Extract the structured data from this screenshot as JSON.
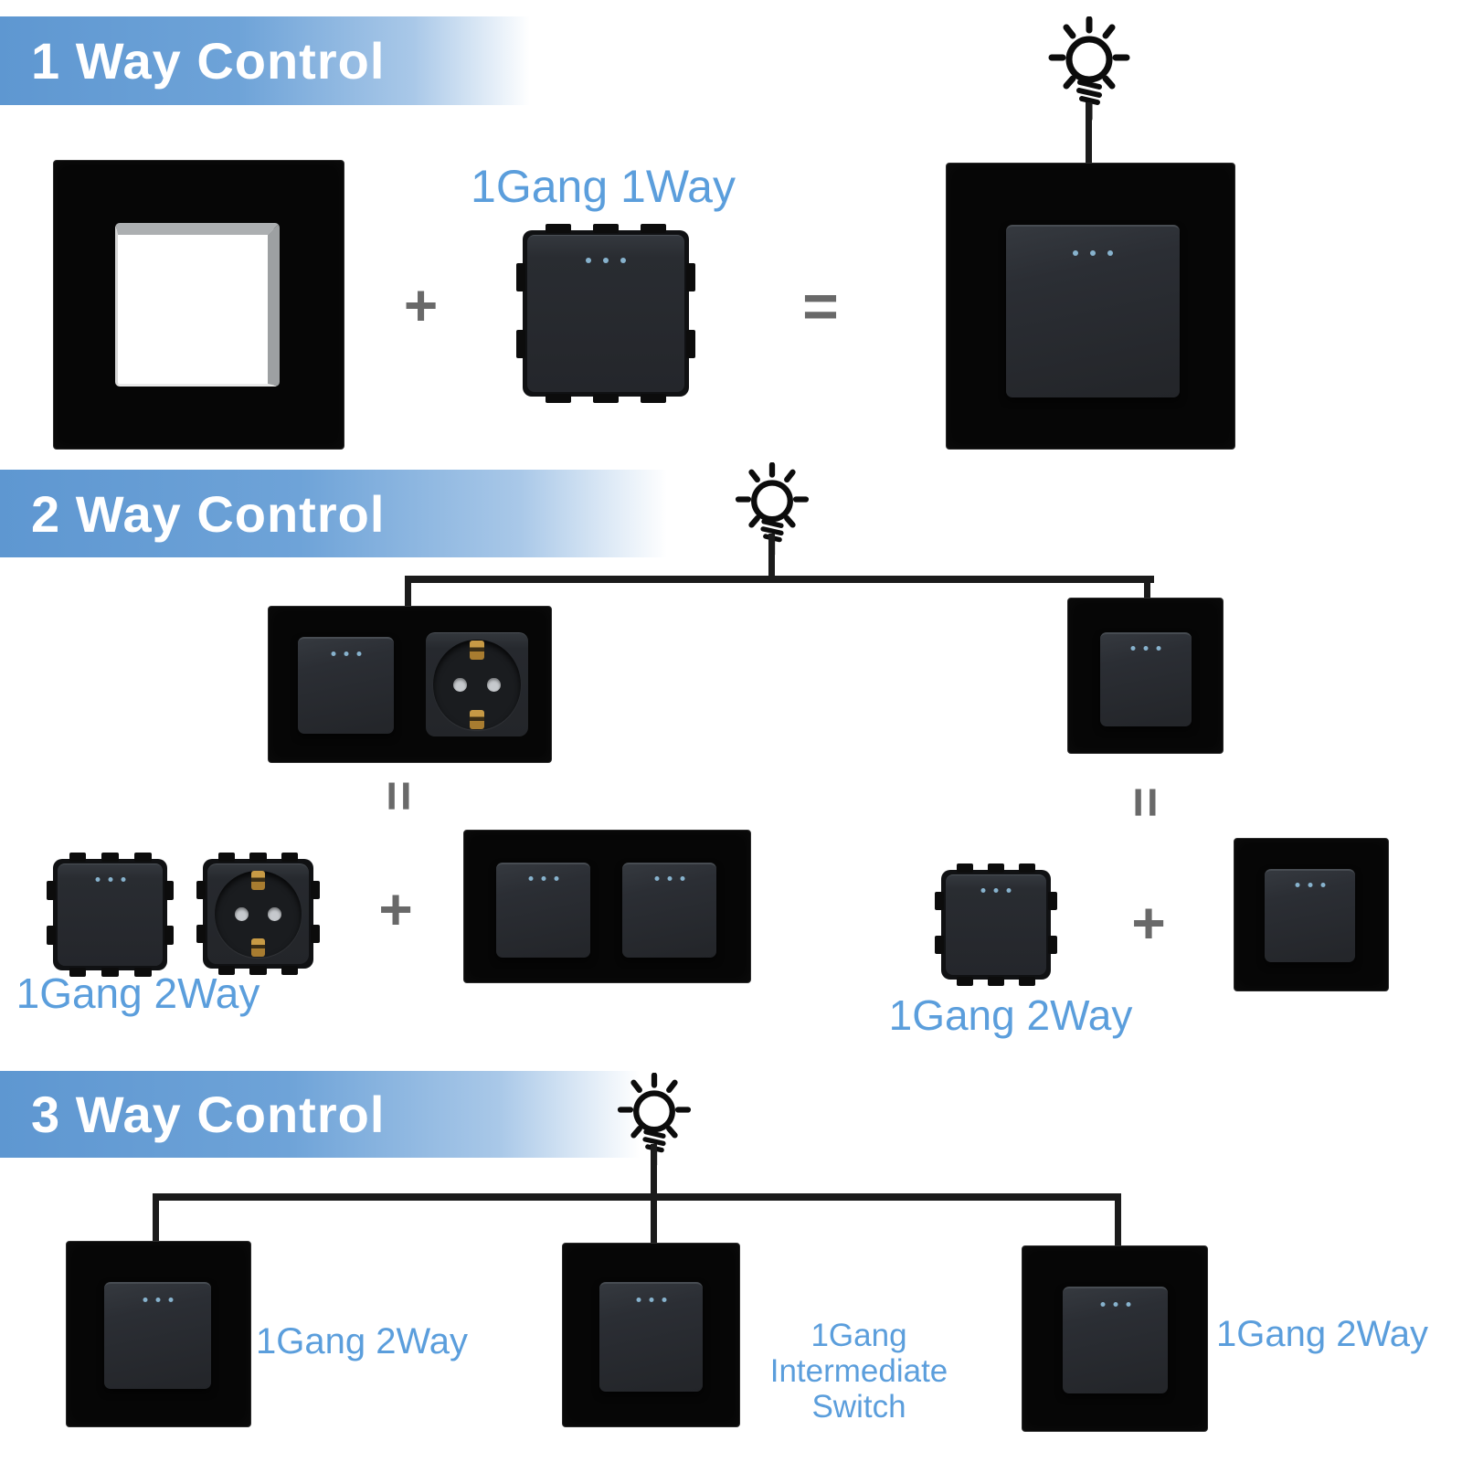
{
  "sections": [
    {
      "title": "1 Way Control",
      "module_label": "1Gang 1Way"
    },
    {
      "title": "2 Way Control",
      "left_module_label": "1Gang 2Way",
      "right_module_label": "1Gang 2Way"
    },
    {
      "title": "3 Way Control",
      "left_label": "1Gang 2Way",
      "middle_label_line1": "1Gang Intermediate",
      "middle_label_line2": "Switch",
      "right_label": "1Gang 2Way"
    }
  ],
  "operators": {
    "plus": "+",
    "equals": "="
  },
  "icons": {
    "bulb": "light-bulb-icon"
  },
  "colors": {
    "header_gradient_start": "#5e97d1",
    "header_text": "#ffffff",
    "label_blue": "#5b9edc",
    "operator_gray": "#696969",
    "wire_black": "#1b1b1b",
    "frame_black": "#060606",
    "rocker_charcoal": "#2b2e34",
    "indicator_dot_blue": "#87b2cd",
    "socket_brass": "#b8873c",
    "socket_hole_gray": "#c6c9cd",
    "empty_frame_window": "#ffffff"
  }
}
